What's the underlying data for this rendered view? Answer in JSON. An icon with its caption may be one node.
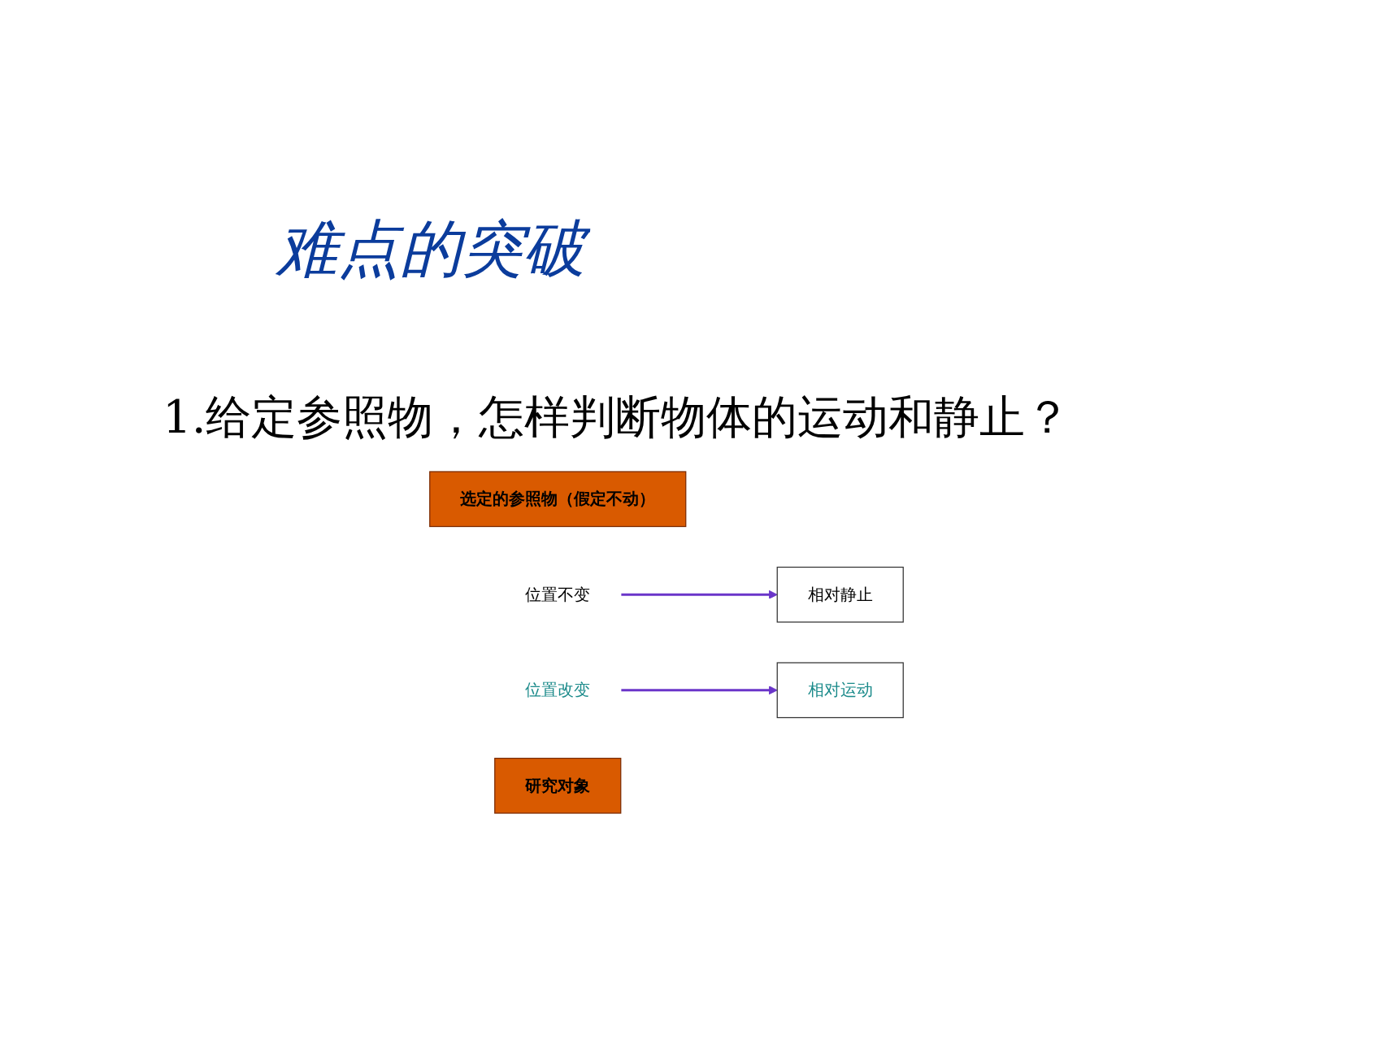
{
  "diagram": {
    "title": "难点的突破",
    "nodes": [
      {
        "text": [
          "选定的参照物（假定不动）"
        ]
      },
      {
        "text": [
          "位置不变"
        ]
      },
      {
        "text": [
          "位置改变"
        ]
      },
      {
        "text": [
          "研究对象"
        ]
      },
      {
        "text": [
          "相对静止"
        ]
      },
      {
        "text": [
          "相对运动"
        ]
      }
    ],
    "edges": [
      {
        "from": 1,
        "to": 4,
        "arrow": "to"
      },
      {
        "from": 2,
        "to": 5,
        "arrow": "to"
      }
    ],
    "labels": [
      "1.给定参照物，怎样判断物体的运动和静止？"
    ]
  }
}
